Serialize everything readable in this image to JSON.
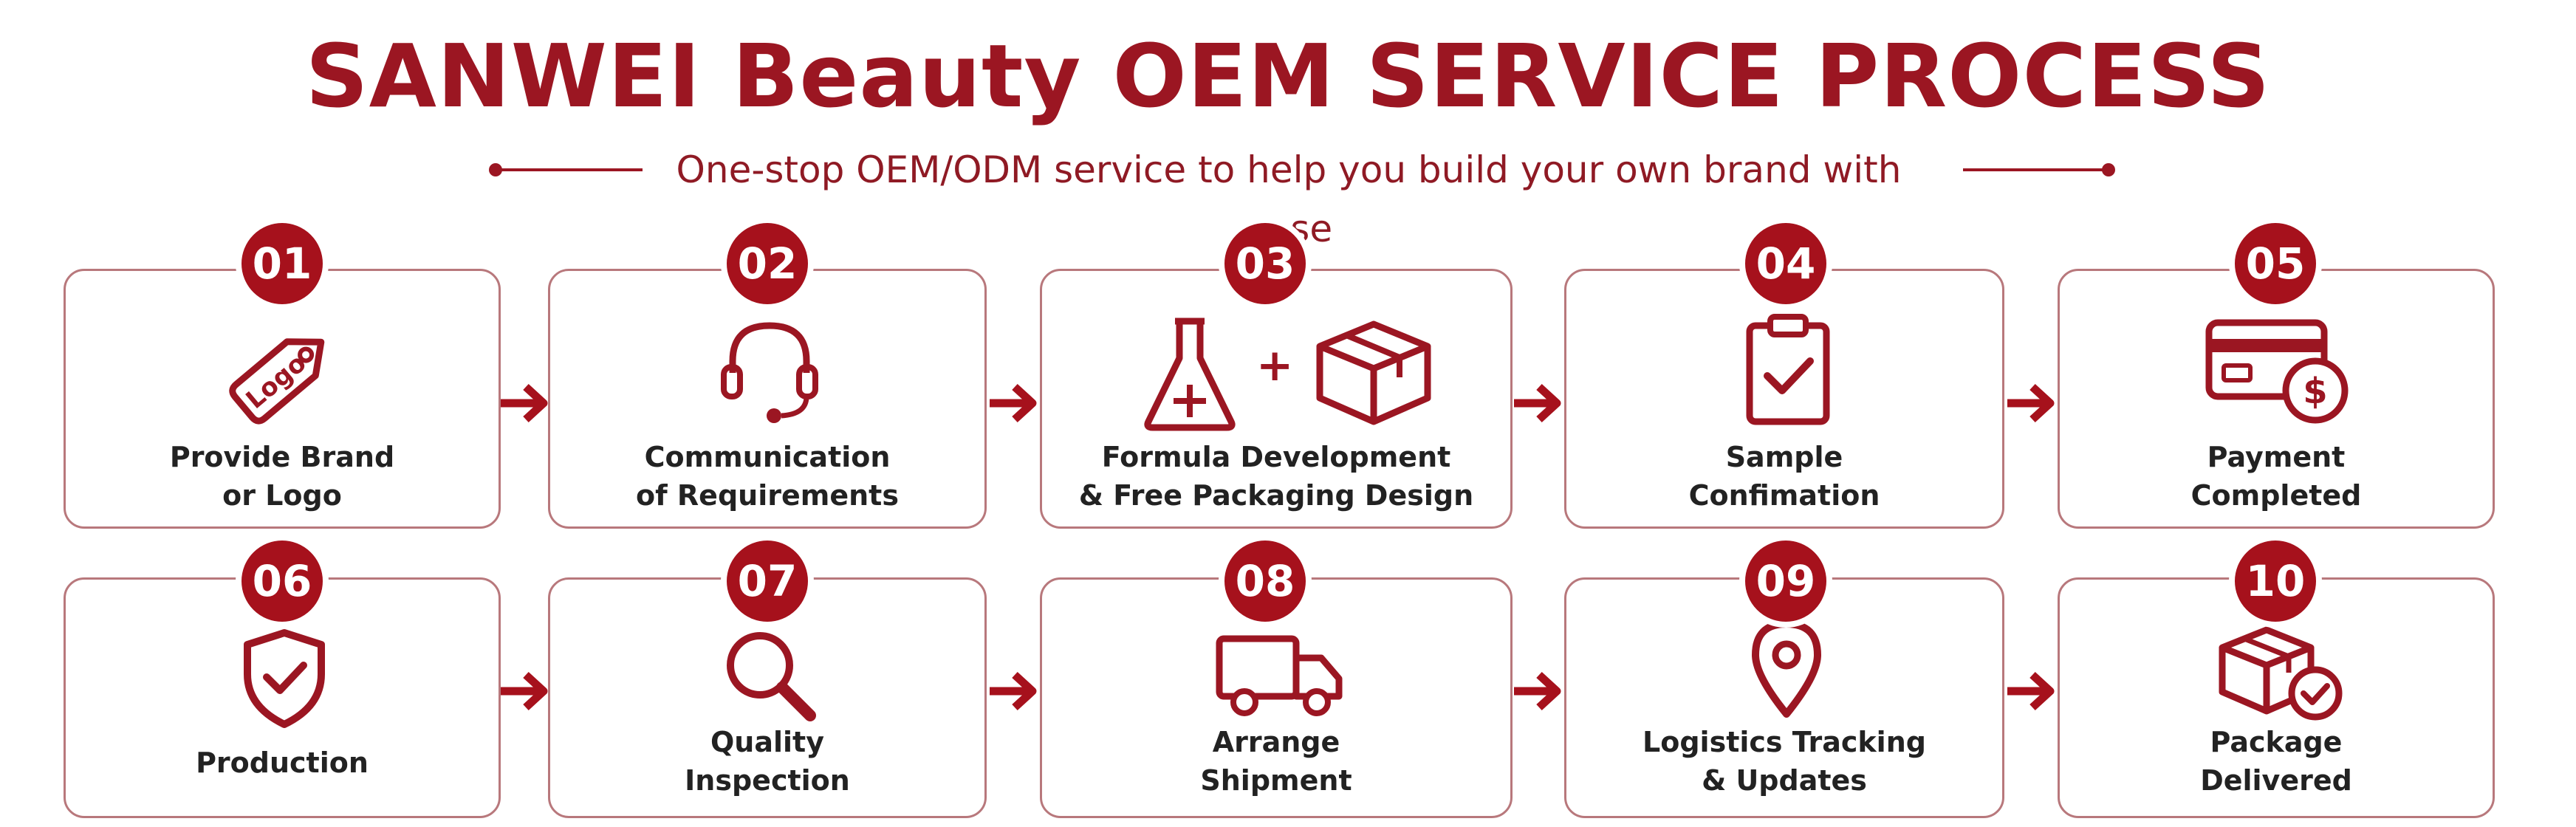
{
  "title": "SANWEI Beauty OEM SERVICE PROCESS",
  "subtitle": "One-stop OEM/ODM service to help you build your own brand with ease",
  "colors": {
    "accent": "#9b1622",
    "badge": "#a6111c",
    "border": "#b8787c",
    "text": "#222222"
  },
  "steps": [
    {
      "number": "01",
      "lines": [
        "Provide Brand",
        "or Logo"
      ],
      "icon": "tag-icon",
      "tag_text": "Logo"
    },
    {
      "number": "02",
      "lines": [
        "Communication",
        "of Requirements"
      ],
      "icon": "headset-icon"
    },
    {
      "number": "03",
      "lines": [
        "Formula Development",
        "& Free Packaging Design"
      ],
      "icon": "flask-box-icon",
      "plus": "+"
    },
    {
      "number": "04",
      "lines": [
        "Sample",
        "Confimation"
      ],
      "icon": "clipboard-check-icon"
    },
    {
      "number": "05",
      "lines": [
        "Payment",
        "Completed"
      ],
      "icon": "card-payment-icon"
    },
    {
      "number": "06",
      "lines": [
        "Production"
      ],
      "icon": "shield-check-icon"
    },
    {
      "number": "07",
      "lines": [
        "Quality",
        "Inspection"
      ],
      "icon": "magnifier-icon"
    },
    {
      "number": "08",
      "lines": [
        "Arrange",
        "Shipment"
      ],
      "icon": "truck-icon"
    },
    {
      "number": "09",
      "lines": [
        "Logistics Tracking",
        "& Updates"
      ],
      "icon": "location-pin-icon"
    },
    {
      "number": "10",
      "lines": [
        "Package",
        "Delivered"
      ],
      "icon": "package-check-icon"
    }
  ]
}
